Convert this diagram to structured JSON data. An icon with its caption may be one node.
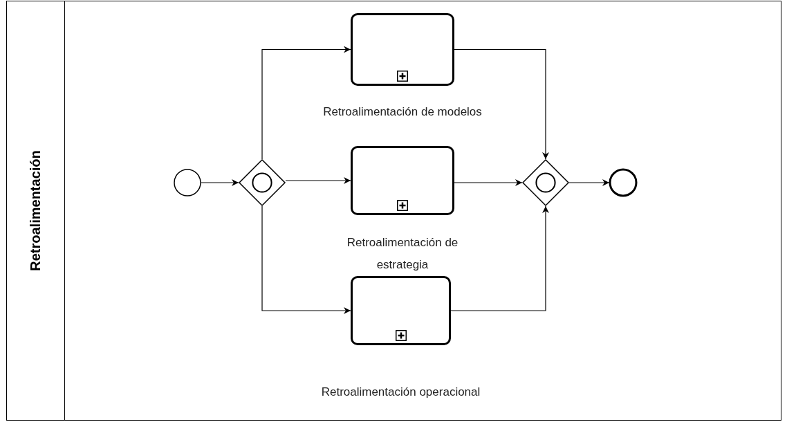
{
  "diagram": {
    "nodes": [
      {
        "text": [
          "Retroalimentación"
        ]
      },
      {
        "text": [],
        "shape": "circle",
        "in": 0
      },
      {
        "text": [],
        "shape": "diamond",
        "in": 0
      },
      {
        "text": [
          "Retroalimentación de modelos"
        ],
        "in": 0
      },
      {
        "text": [
          "Retroalimentación de estrategia"
        ],
        "in": 0
      },
      {
        "text": [
          "Retroalimentación operacional"
        ],
        "in": 0
      },
      {
        "text": [],
        "shape": "diamond",
        "in": 0
      },
      {
        "text": [],
        "shape": "circle",
        "in": 0
      }
    ],
    "edges": [
      {
        "from": 1,
        "to": 2,
        "arrow": "to"
      },
      {
        "from": 2,
        "to": 3,
        "arrow": "to"
      },
      {
        "from": 2,
        "to": 4,
        "arrow": "to"
      },
      {
        "from": 2,
        "to": 5,
        "arrow": "to"
      },
      {
        "from": 3,
        "to": 6,
        "arrow": "to"
      },
      {
        "from": 4,
        "to": 6,
        "arrow": "to"
      },
      {
        "from": 5,
        "to": 6,
        "arrow": "to"
      },
      {
        "from": 6,
        "to": 7,
        "arrow": "to"
      }
    ]
  }
}
